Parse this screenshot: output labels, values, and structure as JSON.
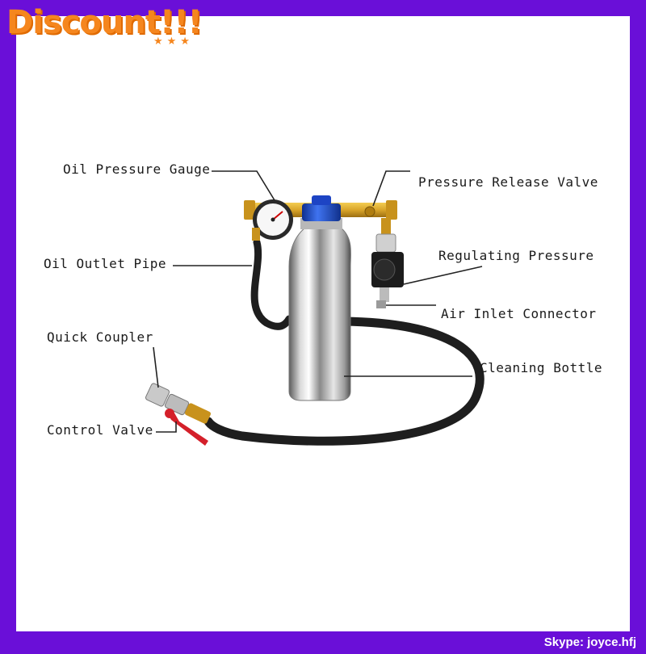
{
  "banner": {
    "text": "Discount!!!",
    "stars": "★★★",
    "color": "#f5861e"
  },
  "labels": {
    "oil_pressure_gauge": "Oil Pressure Gauge",
    "pressure_release_valve": "Pressure Release Valve",
    "oil_outlet_pipe": "Oil Outlet Pipe",
    "regulating_pressure": "Regulating Pressure",
    "air_inlet_connector": "Air Inlet Connector",
    "quick_coupler": "Quick Coupler",
    "cleaning_bottle": "Cleaning Bottle",
    "control_valve": "Control Valve"
  },
  "footer": {
    "skype": "Skype: joyce.hfj"
  },
  "colors": {
    "frame": "#6a0fd8",
    "brass": "#d9a52a",
    "cap_blue": "#1f4fd0",
    "hose": "#1e1e1e",
    "valve_red": "#d4202a"
  }
}
